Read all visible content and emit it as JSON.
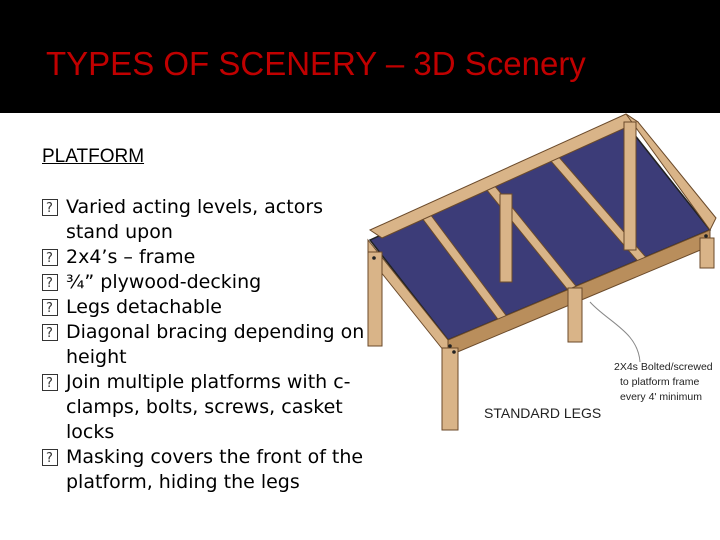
{
  "slide": {
    "title": "TYPES OF SCENERY – 3D Scenery",
    "subtitle": "PLATFORM",
    "bullets": [
      "Varied acting levels, actors stand upon",
      "2x4’s – frame",
      "¾” plywood-decking",
      "Legs detachable",
      "Diagonal bracing depending on height",
      "Join multiple platforms with c-clamps, bolts, screws, casket locks",
      "Masking covers the front of the platform, hiding the legs"
    ]
  },
  "diagram": {
    "legs_label": "STANDARD LEGS",
    "note_line1": "2X4s Bolted/screwed",
    "note_line2": "to platform frame",
    "note_line3": "every 4' minimum",
    "colors": {
      "wood": "#d9b488",
      "wood_dark": "#b98e5c",
      "deck": "#3c3c78"
    }
  }
}
